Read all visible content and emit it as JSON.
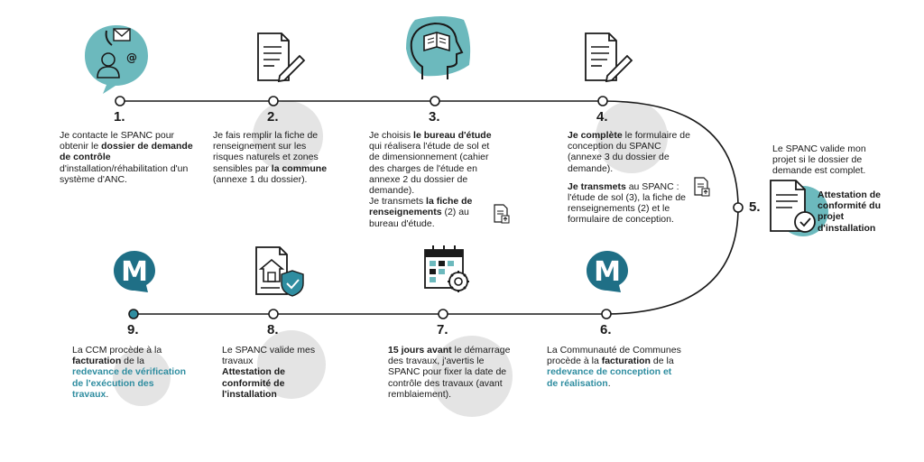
{
  "colors": {
    "teal": "#6cb9bd",
    "teal_dark": "#2f8da0",
    "grey_blob": "#e4e4e4",
    "line": "#1a1a1a",
    "logo_blue": "#1f6f86"
  },
  "icons": [
    "contact-icon",
    "form-pen-icon",
    "head-book-icon",
    "form-pen-icon",
    "certificate-icon",
    "logo-m-icon",
    "calendar-gear-icon",
    "logo-m-icon",
    "house-shield-icon",
    "logo-m-icon",
    "document-icon"
  ],
  "steps": {
    "s1": {
      "num": "1.",
      "t1": "Je contacte le SPANC pour obtenir le ",
      "b1": "dossier de demande de contrôle",
      "t2": " d'installation/réhabilitation d'un système d'ANC."
    },
    "s2": {
      "num": "2.",
      "t1": "Je fais remplir la fiche de renseignement sur les risques naturels et zones sensibles par ",
      "b1": "la commune",
      "t2": " (annexe 1 du dossier)."
    },
    "s3": {
      "num": "3.",
      "t1": "Je choisis ",
      "b1": "le bureau d'étude",
      "t2": " qui réalisera l'étude de sol et de dimensionnement (cahier des charges de l'étude en annexe 2 du dossier de demande).",
      "t3": "Je transmets ",
      "b2": "la fiche de renseignements",
      "t4": " (2) au bureau d'étude."
    },
    "s4": {
      "num": "4.",
      "b1": "Je complète",
      "t1": " le formulaire de conception du SPANC (annexe 3 du dossier de demande).",
      "b2": "Je transmets",
      "t2": " au SPANC : l'étude de sol (3), la fiche de renseignements (2) et le formulaire de conception."
    },
    "s5": {
      "num": "5.",
      "t1": "Le SPANC valide mon projet si le dossier de demande est complet.",
      "b1": "Attestation de conformité du projet d'installation"
    },
    "s6": {
      "num": "6.",
      "t1": "La Communauté de Communes procède à la ",
      "b1": "facturation",
      "t2": " de la ",
      "h1": "redevance de conception et de réalisation",
      "t3": "."
    },
    "s7": {
      "num": "7.",
      "b1": "15 jours avant",
      "t1": " le démarrage des travaux, j'avertis le SPANC pour fixer la date de contrôle des travaux (avant remblaiement)."
    },
    "s8": {
      "num": "8.",
      "t1": "Le SPANC valide mes travaux",
      "b1": "Attestation de conformité de l'installation"
    },
    "s9": {
      "num": "9.",
      "t1": "La CCM procède à la ",
      "b1": "facturation",
      "t2": " de la ",
      "h1": "redevance de vérification de l'exécution des travaux",
      "t3": "."
    }
  }
}
